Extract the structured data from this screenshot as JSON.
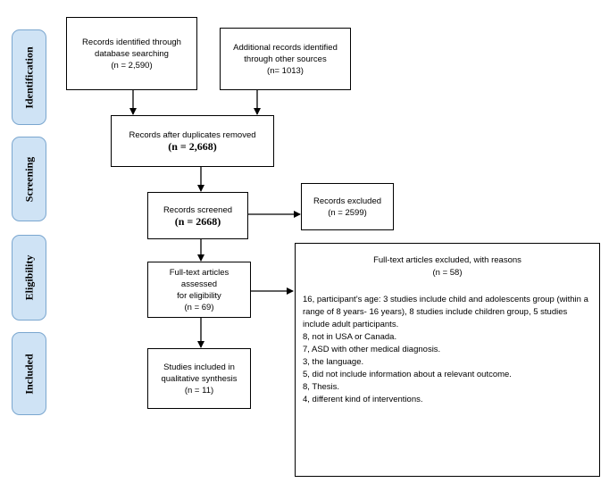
{
  "phases": {
    "identification": "Identification",
    "screening": "Screening",
    "eligibility": "Eligibility",
    "included": "Included"
  },
  "boxes": {
    "database": {
      "line1": "Records identified  through",
      "line2": "database searching",
      "count": "(n = 2,590)"
    },
    "other": {
      "line1": "Additional  records identified",
      "line2": "through other sources",
      "count": "(n= 1013)"
    },
    "duplicates": {
      "line1": "Records after duplicates  removed",
      "count": "(n = 2,668)"
    },
    "screened": {
      "line1": "Records screened",
      "count": "(n = 2668)"
    },
    "excluded": {
      "line1": "Records excluded",
      "count": "(n = 2599)"
    },
    "fulltext": {
      "line1": "Full-text articles assessed",
      "line2": "for eligibility",
      "count": "(n = 69)"
    },
    "included": {
      "line1": "Studies included  in",
      "line2": "qualitative synthesis",
      "count": "(n = 11)"
    }
  },
  "reasons": {
    "title": "Full-text articles excluded, with reasons",
    "count": "(n = 58)",
    "items": [
      "16, participant’s age: 3 studies include  child  and adolescents  group (within  a range of 8 years- 16 years), 8 studies include children group, 5 studies include adult participants.",
      "8, not in USA or Canada.",
      "7, ASD with other medical diagnosis.",
      "3, the language.",
      "5, did not include information about a relevant outcome.",
      "8, Thesis.",
      "4, different kind of interventions."
    ]
  }
}
